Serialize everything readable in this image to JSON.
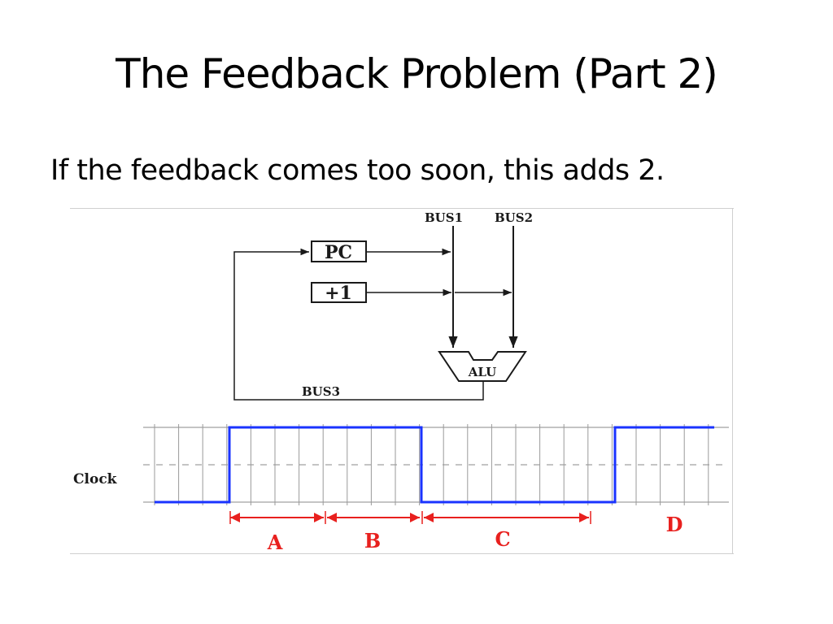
{
  "slide": {
    "title": "The Feedback Problem (Part 2)",
    "body": "If the feedback comes too soon, this adds 2."
  },
  "diagram": {
    "labels": {
      "bus1": "BUS1",
      "bus2": "BUS2",
      "bus3": "BUS3",
      "pc": "PC",
      "plus_one": "+1",
      "alu": "ALU",
      "clock": "Clock"
    },
    "intervals": [
      "A",
      "B",
      "C",
      "D"
    ],
    "colors": {
      "clock_signal": "#1a33ff",
      "interval_arrows": "#e8201e",
      "interval_labels": "#e8201e",
      "wiring": "#1a1a1a",
      "grid": "#8a8a8a"
    }
  }
}
